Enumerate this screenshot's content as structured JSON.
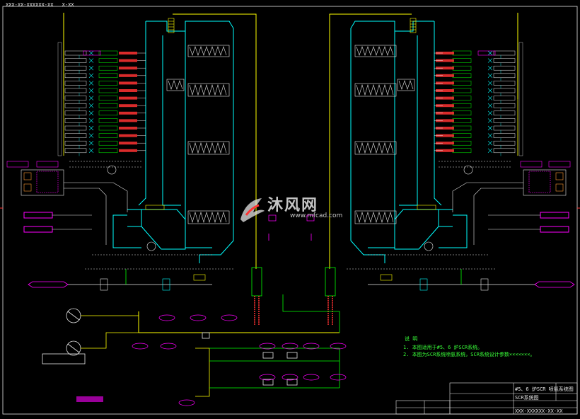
{
  "drawing": {
    "top_label": "XXX-XX-XXXXXX-XX",
    "top_label_small": "X-XX",
    "notes_title": "说 明",
    "notes": [
      "1. 本图适用于#5、6 炉SCR系统。",
      "2. 本图为SCR系统喷氨系统，SCR系统设计参数×××××××。"
    ],
    "title_block": {
      "drawing_name": "#5、6 炉SCR 喷氨系统图",
      "sub_name": "SCR系统图",
      "drawing_no": "XXX-XXXXXX-XX-XX"
    }
  },
  "watermark": {
    "brand": "沐风网",
    "url": "www.mfcad.com"
  },
  "colors": {
    "background": "#000000",
    "reactor": "#00ffff",
    "flue": "#ffff00",
    "pipe_green": "#00ff00",
    "pipe_white": "#e6e6e6",
    "instrument": "#ff00ff",
    "alarm": "#ff3333",
    "catalyst": "#e6e6e6"
  }
}
